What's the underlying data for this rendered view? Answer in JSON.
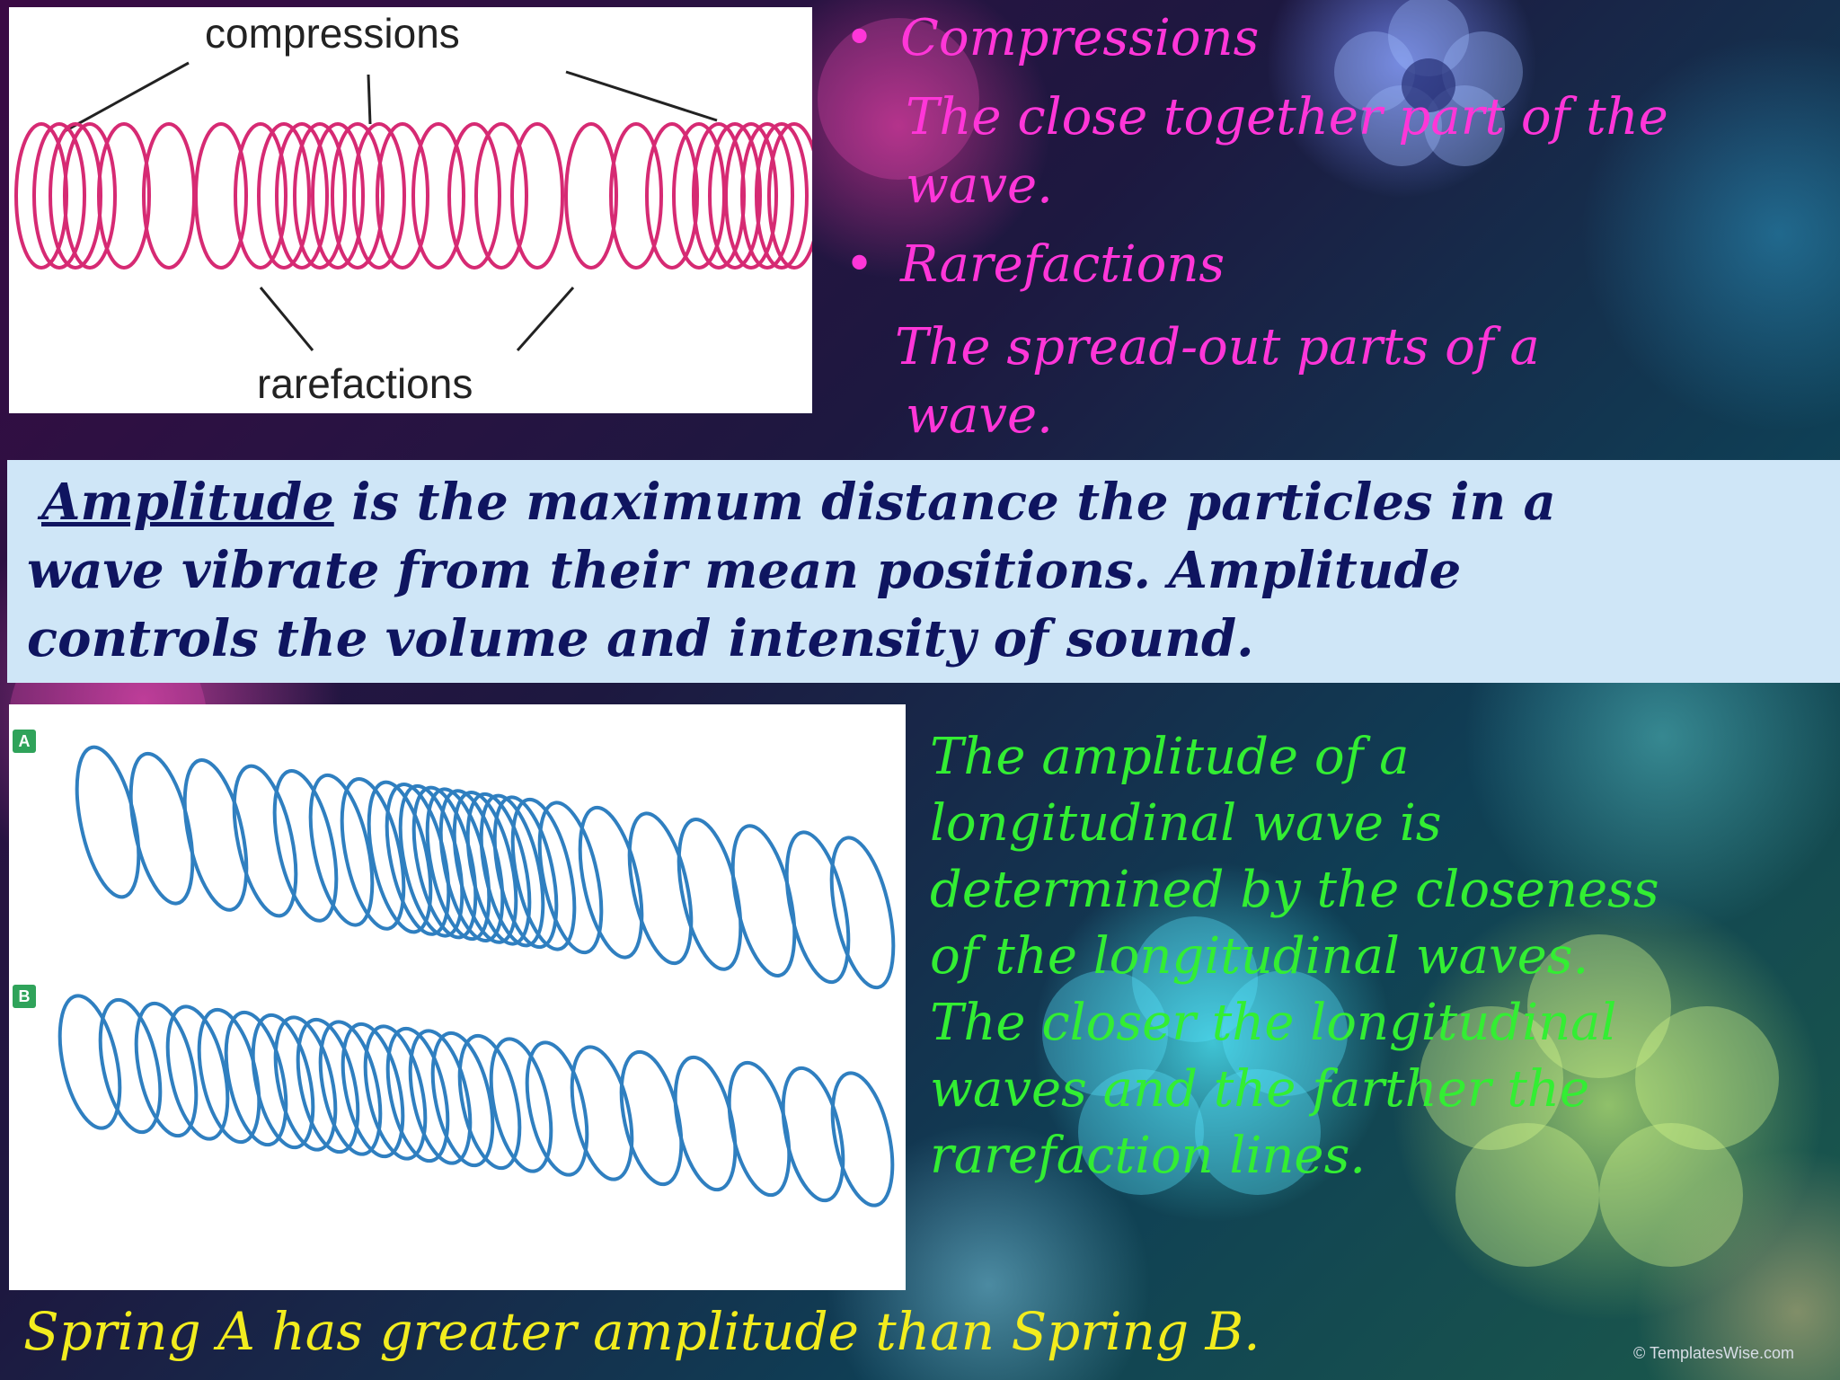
{
  "top_figure": {
    "compressions_label": "compressions",
    "rarefactions_label": "rarefactions"
  },
  "right_list": {
    "items": [
      {
        "bullet": "•",
        "heading": "Compressions",
        "description_lines": [
          "The close together part of the",
          "wave."
        ]
      },
      {
        "bullet": "•",
        "heading": "Rarefactions",
        "description_lines": [
          "The spread-out parts of a",
          "wave."
        ]
      }
    ]
  },
  "definition": {
    "term": "Amplitude",
    "line1_rest": " is the maximum distance the particles in a",
    "line2": "wave vibrate from their mean positions. Amplitude",
    "line3": "controls the volume and intensity of sound."
  },
  "bottom_figure": {
    "label_a": "A",
    "label_b": "B"
  },
  "green_paragraph": {
    "lines": [
      "The amplitude of a",
      "longitudinal wave is",
      "determined by the closeness",
      "of the longitudinal waves.",
      "The closer the longitudinal",
      "waves and the farther the",
      "rarefaction lines."
    ]
  },
  "caption": "Spring A has greater amplitude than Spring B.",
  "credit": "© TemplatesWise.com",
  "colors": {
    "pink_text": "#ff36d8",
    "navy_text": "#0f1560",
    "green_text": "#33ee33",
    "yellow_text": "#f2ec1e",
    "band": "#cfe6f7",
    "coil_pink": "#d62a73",
    "coil_blue": "#2f7fc0"
  }
}
